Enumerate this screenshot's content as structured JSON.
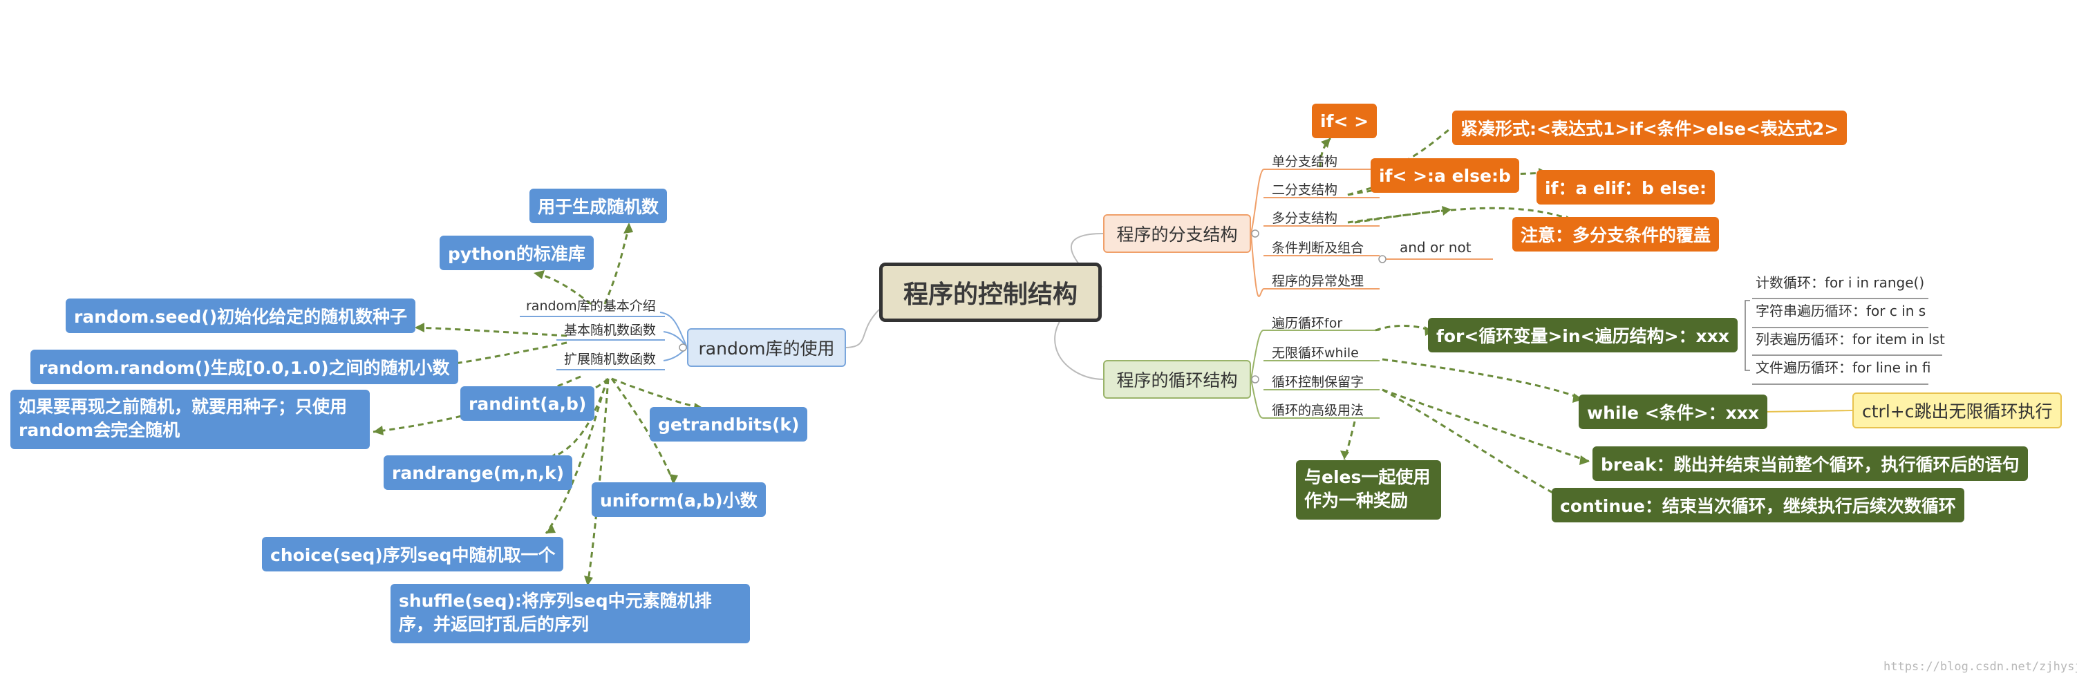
{
  "central": {
    "label": "程序的控制结构"
  },
  "random_branch": {
    "label": "random库的使用",
    "intro": {
      "label": "random库的基本介绍",
      "children": [
        "用于生成随机数",
        "python的标准库"
      ]
    },
    "basic": {
      "label": "基本随机数函数",
      "children": [
        "random.seed()初始化给定的随机数种子",
        "random.random()生成[0.0,1.0)之间的随机小数",
        "如果要再现之前随机，就要用种子；只使用random会完全随机"
      ]
    },
    "extended": {
      "label": "扩展随机数函数",
      "children": [
        "randint(a,b)",
        "getrandbits(k)",
        "randrange(m,n,k)",
        "uniform(a,b)小数",
        "choice(seq)序列seq中随机取一个",
        "shuffle(seq):将序列seq中元素随机排序，并返回打乱后的序列"
      ]
    }
  },
  "branch_structure": {
    "label": "程序的分支结构",
    "items": [
      "单分支结构",
      "二分支结构",
      "多分支结构",
      "条件判断及组合",
      "程序的异常处理"
    ],
    "if_single": "if< >",
    "if_two": "if< >:a else:b",
    "compact_form": "紧凑形式:<表达式1>if<条件>else<表达式2>",
    "if_multi": "if：a    elif：b   else:",
    "note": "注意：多分支条件的覆盖",
    "and_or_not": "and   or    not"
  },
  "loop_structure": {
    "label": "程序的循环结构",
    "items": [
      "遍历循环for",
      "无限循环while",
      "循环控制保留字",
      "循环的高级用法"
    ],
    "for_syntax": "for<循环变量>in<遍历结构>：xxx",
    "for_kinds": [
      "计数循环：for i in range()",
      "字符串遍历循环：for c in s",
      "列表遍历循环：for item in lst",
      "文件遍历循环：for line in fi"
    ],
    "while_syntax": "while <条件>：xxx",
    "ctrl_c": "ctrl+c跳出无限循环执行",
    "break": "break：跳出并结束当前整个循环，执行循环后的语句",
    "continue": "continue：结束当次循环，继续执行后续次数循环",
    "else_usage": "与eles一起使用作为一种奖励"
  },
  "watermark": "https://blog.csdn.net/zjhysj",
  "colors": {
    "blue": "#5b93d6",
    "orange": "#e96f14",
    "green": "#4f6b2b",
    "central_fill": "#e6e0c6",
    "tip_fill": "#fff3a8"
  }
}
